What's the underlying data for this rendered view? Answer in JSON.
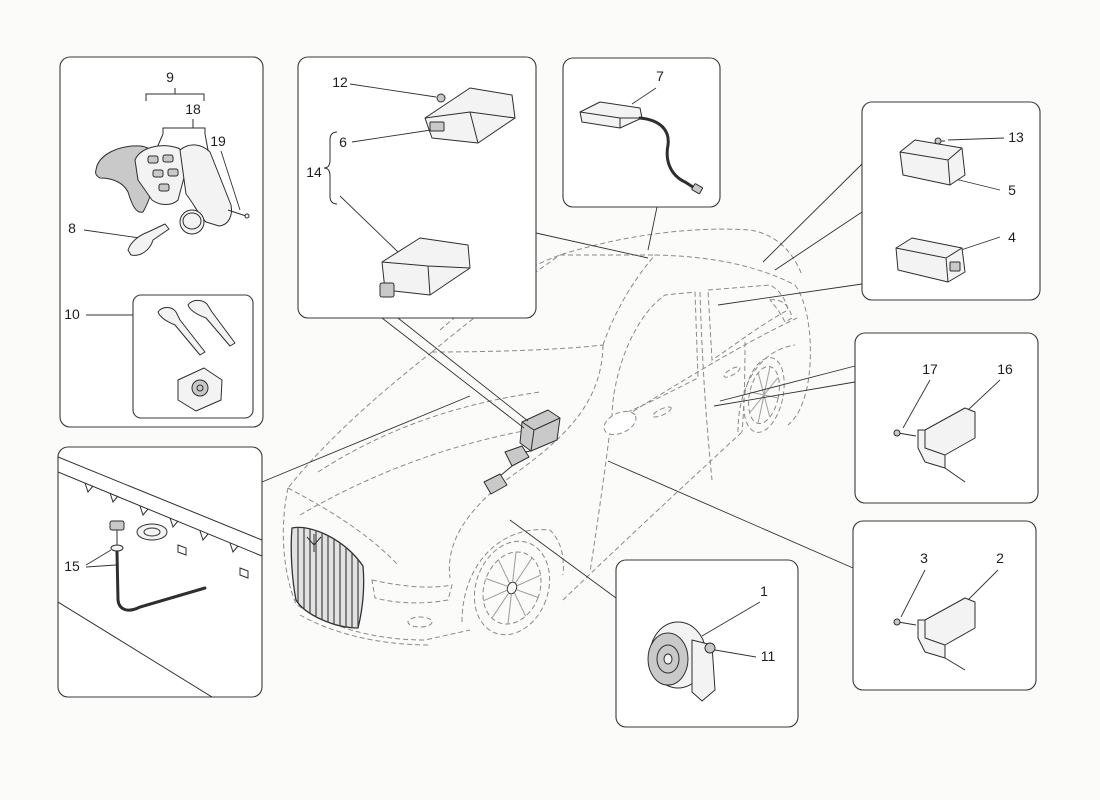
{
  "diagram": {
    "callouts": [
      "1",
      "2",
      "3",
      "4",
      "5",
      "6",
      "7",
      "8",
      "9",
      "10",
      "11",
      "12",
      "13",
      "14",
      "15",
      "16",
      "17",
      "18",
      "19"
    ]
  },
  "colors": {
    "background": "#fbfbfa",
    "line": "#2e2e2e",
    "car_outline": "#8a8a8a"
  }
}
